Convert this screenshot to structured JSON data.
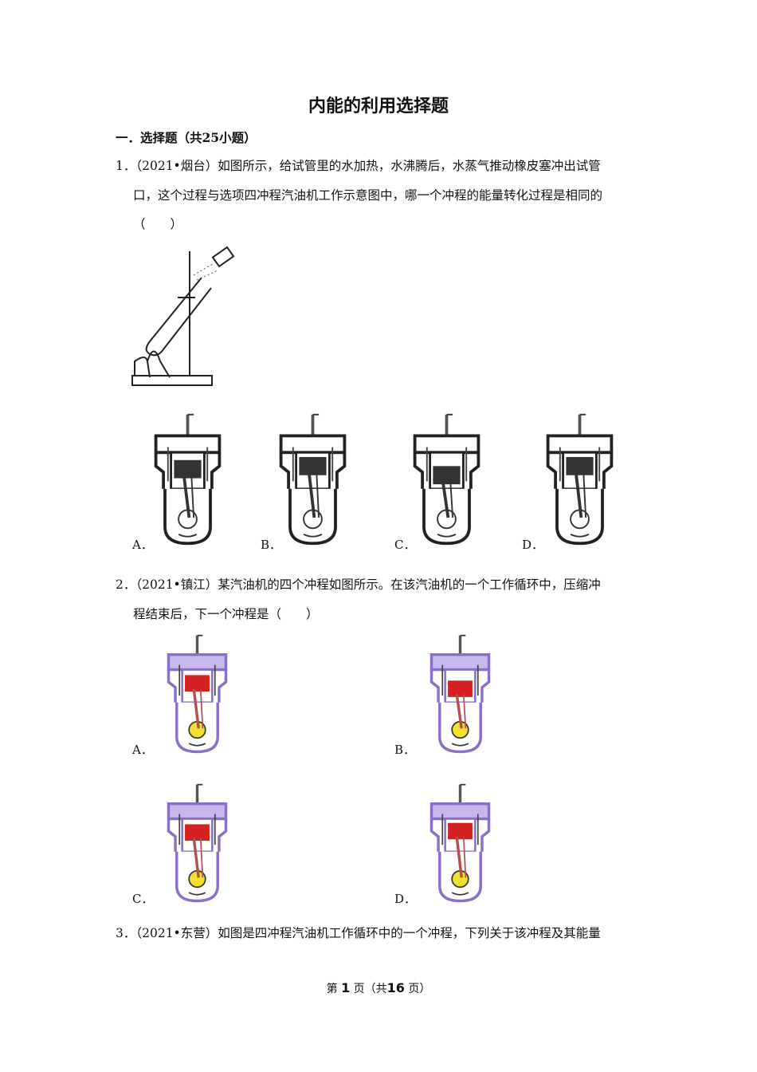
{
  "title": "内能的利用选择题",
  "section": "一．选择题（共25小题）",
  "questions": [
    {
      "lines": [
        "1．（2021•烟台）如图所示，给试管里的水加热，水沸腾后，水蒸气推动橡皮塞冲出试管",
        "口，这个过程与选项四冲程汽油机工作示意图中，哪一个冲程的能量转化过程是相同的",
        "（　　）"
      ],
      "options": [
        "A．",
        "B．",
        "C．",
        "D．"
      ]
    },
    {
      "lines": [
        "2．（2021•镇江）某汽油机的四个冲程如图所示。在该汽油机的一个工作循环中，压缩冲",
        "程结束后，下一个冲程是（　　）"
      ],
      "options": [
        "A．",
        "B．",
        "C．",
        "D．"
      ]
    },
    {
      "lines": [
        "3．（2021•东营）如图是四冲程汽油机工作循环中的一个冲程，下列关于该冲程及其能量"
      ]
    }
  ],
  "footer": {
    "prefix": "第",
    "page": "1",
    "middle": "页（共",
    "total": "16",
    "suffix": "页）"
  },
  "colors": {
    "engine_body": "#8a6fc8",
    "piston": "#d42020",
    "flywheel": "#f2e030"
  }
}
